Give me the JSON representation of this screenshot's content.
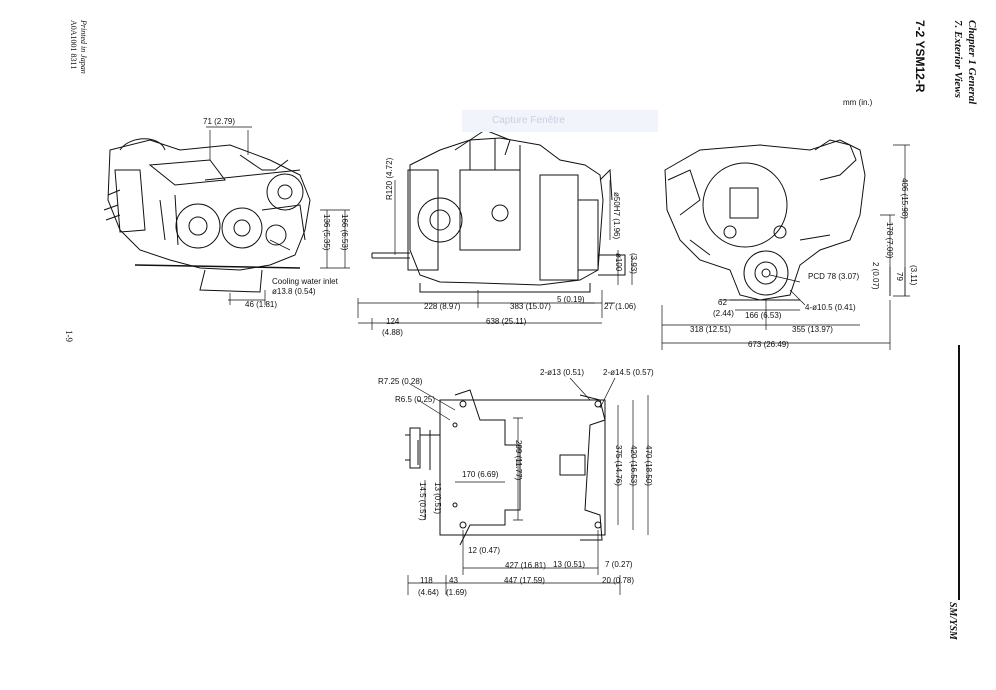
{
  "header": {
    "chapter": "Chapter 1 General",
    "section": "7. Exterior Views",
    "figure_title": "7-2 YSM12-R",
    "units": "mm (in.)"
  },
  "margin": {
    "printed_in": "Printed in Japan",
    "code": "A0A1001 8311",
    "page_number": "1-9",
    "series": "SM/YSM"
  },
  "watermark": "Capture Fenêtre",
  "front_view": {
    "dim_71": "71 (2.79)",
    "dim_136": "136 (5.35)",
    "dim_166": "166 (6.53)",
    "note_cooling": "Cooling water inlet",
    "note_dia": "ø13.8 (0.54)",
    "dim_46": "46 (1.81)"
  },
  "side_view": {
    "dim_r120": "R120 (4.72)",
    "dim_50h7": "ø50H7 (1.96)",
    "dim_100": "ø100",
    "dim_100in": "(3.93)",
    "dim_5": "5 (0.19)",
    "dim_228": "228 (8.97)",
    "dim_383": "383 (15.07)",
    "dim_27": "27 (1.06)",
    "dim_124": "124",
    "dim_124in": "(4.88)",
    "dim_638": "638 (25.11)"
  },
  "rear_view": {
    "dim_406": "406 (15.98)",
    "dim_178": "178 (7.00)",
    "dim_2": "2 (0.07)",
    "dim_79": "79",
    "dim_79in": "(3.11)",
    "pcd": "PCD 78 (3.07)",
    "holes": "4-ø10.5 (0.41)",
    "dim_62": "62",
    "dim_62in": "(2.44)",
    "dim_166": "166 (6.53)",
    "dim_318": "318 (12.51)",
    "dim_355": "355 (13.97)",
    "dim_673": "673 (26.49)"
  },
  "plan_view": {
    "r725": "R7.25 (0.28)",
    "r65": "R6.5 (0.25)",
    "holes13": "2-ø13 (0.51)",
    "holes145": "2-ø14.5 (0.57)",
    "dim_299": "299 (11.77)",
    "dim_170": "170 (6.69)",
    "dim_375": "375 (14.76)",
    "dim_420": "420 (16.53)",
    "dim_470": "470 (18.50)",
    "dim_145": "14.5 (0.57)",
    "dim_13v": "13 (0.51)",
    "dim_12": "12 (0.47)",
    "dim_427": "427 (16.81)",
    "dim_13h": "13 (0.51)",
    "dim_7": "7 (0.27)",
    "dim_118": "118",
    "dim_118in": "(4.64)",
    "dim_43": "43",
    "dim_43in": "(1.69)",
    "dim_447": "447 (17.59)",
    "dim_20": "20 (0.78)"
  }
}
